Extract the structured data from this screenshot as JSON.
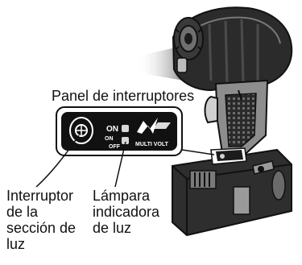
{
  "labels": {
    "panel_title": "Panel de interruptores",
    "switch_label_lines": [
      "Interruptor",
      "de la",
      "sección de",
      "luz"
    ],
    "lamp_label_lines": [
      "Lámpara",
      "indicadora",
      "de luz"
    ]
  },
  "panel": {
    "on_text": "ON",
    "on_off_text_on": "ON",
    "on_off_text_off": "OFF",
    "brand_logo_text": "MULTI VOLT"
  },
  "colors": {
    "tool_body": "#1b1b1b",
    "tool_light": "#9a9a9a",
    "panel_bg": "#111111",
    "line": "#111111"
  }
}
